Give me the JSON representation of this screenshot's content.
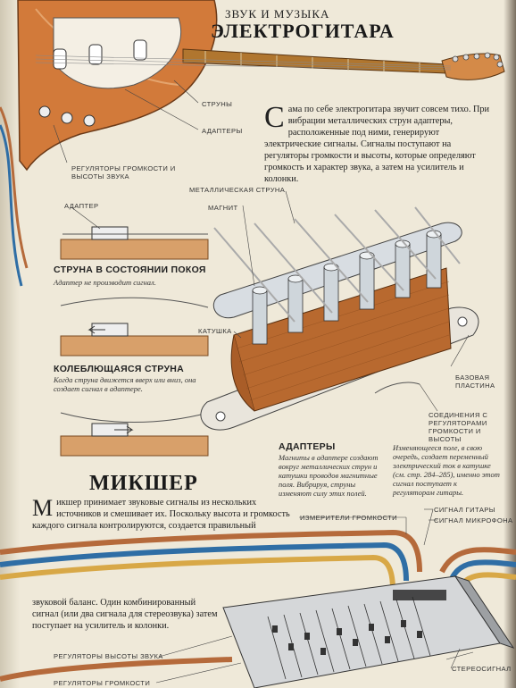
{
  "page": {
    "section_label": "ЗВУК И МУЗЫКА",
    "title": "ЭЛЕКТРОГИТАРА",
    "intro_dropcap": "С",
    "intro_text": "ама по себе электрогитара звучит совсем тихо. При вибрации металлических струн адаптеры, расположенные под ними, генерируют электрические сигналы. Сигналы поступают на регуляторы громкости и высоты, которые определяют громкость и характер звука, а затем на усилитель и колонки."
  },
  "guitar_labels": {
    "strings": "СТРУНЫ",
    "adapters": "АДАПТЕРЫ",
    "controls": "РЕГУЛЯТОРЫ ГРОМКОСТИ И ВЫСОТЫ ЗВУКА"
  },
  "pickup_labels": {
    "metal_string": "МЕТАЛЛИЧЕСКАЯ СТРУНА",
    "magnet": "МАГНИТ",
    "coil": "КАТУШКА",
    "base_plate": "БАЗОВАЯ ПЛАСТИНА",
    "connection": "СОЕДИНЕНИЯ С РЕГУЛЯТОРАМИ ГРОМКОСТИ И ВЫСОТЫ"
  },
  "states": {
    "adapter_label": "АДАПТЕР",
    "rest_title": "СТРУНА В СОСТОЯНИИ ПОКОЯ",
    "rest_text": "Адаптер не производит сигнал.",
    "vibrating_title": "КОЛЕБЛЮЩАЯСЯ СТРУНА",
    "vibrating_text": "Когда струна движется вверх или вниз, она создает сигнал в адаптере."
  },
  "adapters_caption": {
    "title": "АДАПТЕРЫ",
    "text": "Магниты в адаптере создают вокруг металлических струн и катушки проводов магнитные поля. Вибрируя, струны изменяют силу этих полей.",
    "text2": "Изменяющееся поле, в свою очередь, создает переменный электрический ток в катушке (см. стр. 284–285), именно этот сигнал поступает к регуляторам гитары."
  },
  "mixer": {
    "title": "МИКШЕР",
    "dropcap": "М",
    "text1": "икшер принимает звуковые сигналы из нескольких источников и смешивает их. Поскольку высота и громкость каждого сигнала контролируются, создается правильный",
    "text2": "звуковой баланс. Один комбинированный сигнал (или два сигнала для стереозвука) затем поступает на усилитель и колонки.",
    "volume_meters": "ИЗМЕРИТЕЛИ ГРОМКОСТИ",
    "guitar_signal": "СИГНАЛ ГИТАРЫ",
    "mic_signal": "СИГНАЛ МИКРОФОНА",
    "pitch_controls": "РЕГУЛЯТОРЫ ВЫСОТЫ ЗВУКА",
    "volume_controls": "РЕГУЛЯТОРЫ ГРОМКОСТИ",
    "stereo_signal": "СТЕРЕОСИГНАЛ"
  }
}
